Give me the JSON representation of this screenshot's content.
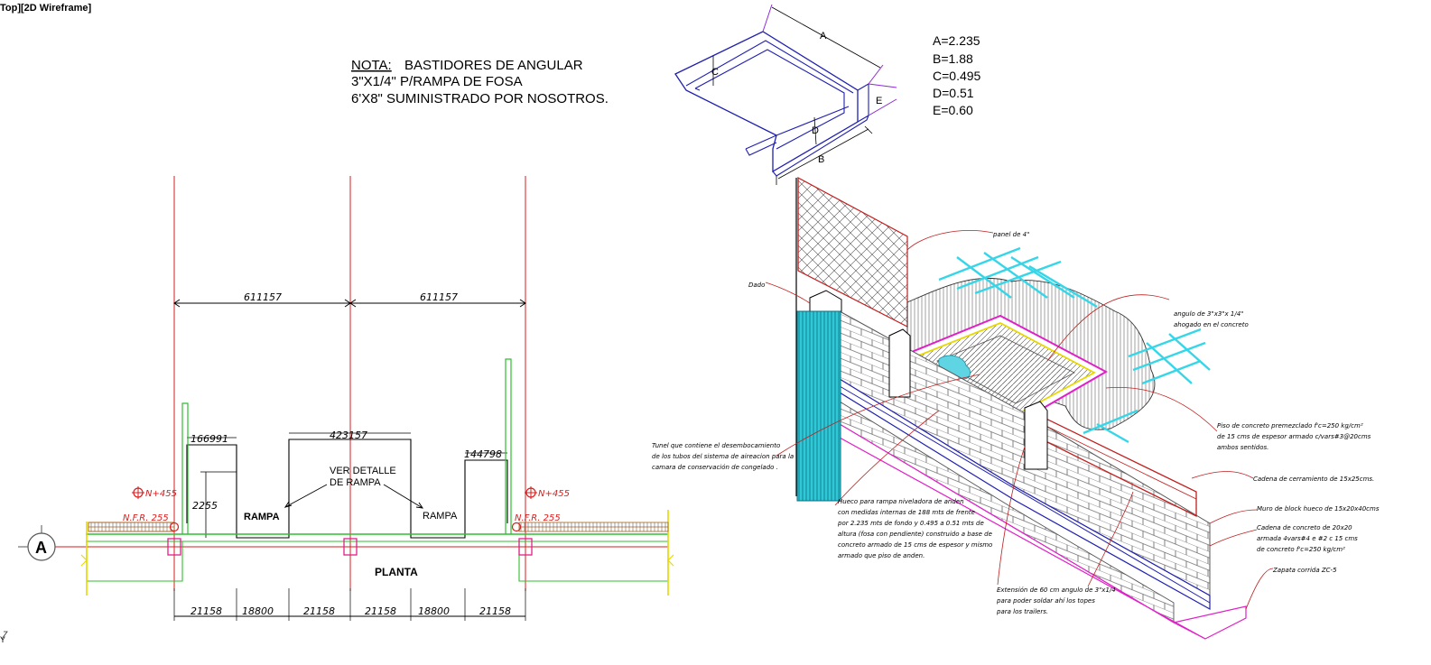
{
  "viewport": {
    "label": "Top][2D Wireframe]"
  },
  "note": {
    "prefix": "NOTA:",
    "line1": "BASTIDORES DE ANGULAR",
    "line2": "3\"X1/4\" P/RAMPA DE FOSA",
    "line3": "6'X8\" SUMINISTRADO POR NOSOTROS."
  },
  "frame_dims": {
    "a": "A=2.235",
    "b": "B=1.88",
    "c": "C=0.495",
    "d": "D=0.51",
    "e": "E=0.60"
  },
  "frame_letters": {
    "a": "A",
    "b": "B",
    "c": "C",
    "d": "D",
    "e": "E"
  },
  "plan": {
    "dim_top_left": "611157",
    "dim_top_right": "611157",
    "dim_left_small": "166991",
    "dim_center": "423157",
    "dim_right_small": "144798",
    "dim_height": "2255",
    "ramp_label_left": "RAMPA",
    "ramp_label_right": "RAMPA",
    "detail_note_1": "VER DETALLE",
    "detail_note_2": "DE RAMPA",
    "level_left": "N+455",
    "level_right": "N+455",
    "nfr_left": "N.F.R. 255",
    "nfr_right": "N.F.R. 255",
    "title": "PLANTA",
    "axis_marker": "A",
    "bottom_dims": [
      "21158",
      "18800",
      "21158",
      "21158",
      "18800",
      "21158"
    ]
  },
  "detail_labels": {
    "panel": "panel de 4\"",
    "dado": "Dado",
    "angulo_1": "angulo de 3\"x3\"x 1/4\"",
    "angulo_2": "ahogado en el concreto",
    "tunel_1": "Tunel que contiene el desembocamiento",
    "tunel_2": "de los tubos del sistema de aireacion para la",
    "tunel_3": "camara de conservación de congelado .",
    "piso_1": "Piso de concreto premezclado f'c=250 kg/cm²",
    "piso_2": "de 15 cms de espesor armado c/vars#3@20cms",
    "piso_3": "ambos sentidos.",
    "cadena_cer": "Cadena de cerramiento de 15x25cms.",
    "muro": "Muro de block hueco de 15x20x40cms",
    "cadena_con_1": "Cadena de concreto de 20x20",
    "cadena_con_2": "armada 4vars#4 e #2 c 15 cms",
    "cadena_con_3": "de concreto f'c=250 kg/cm²",
    "zapata": "Zapata corrida ZC-5",
    "hueco_1": "Hueco para rampa niveladora de anden",
    "hueco_2": "con medidas internas de 188 mts de frente",
    "hueco_3": "por 2.235 mts de fondo y 0.495 a 0.51 mts de",
    "hueco_4": "altura (fosa con pendiente) construido a base de",
    "hueco_5": "concreto armado de 15 cms de espesor y mismo",
    "hueco_6": "armado que piso de anden.",
    "ext_1": "Extensión de 60 cm angulo de 3\"x1/4",
    "ext_2": "para poder soldar ahí los topes",
    "ext_3": "para los trailers."
  },
  "ucs_label": "Y"
}
